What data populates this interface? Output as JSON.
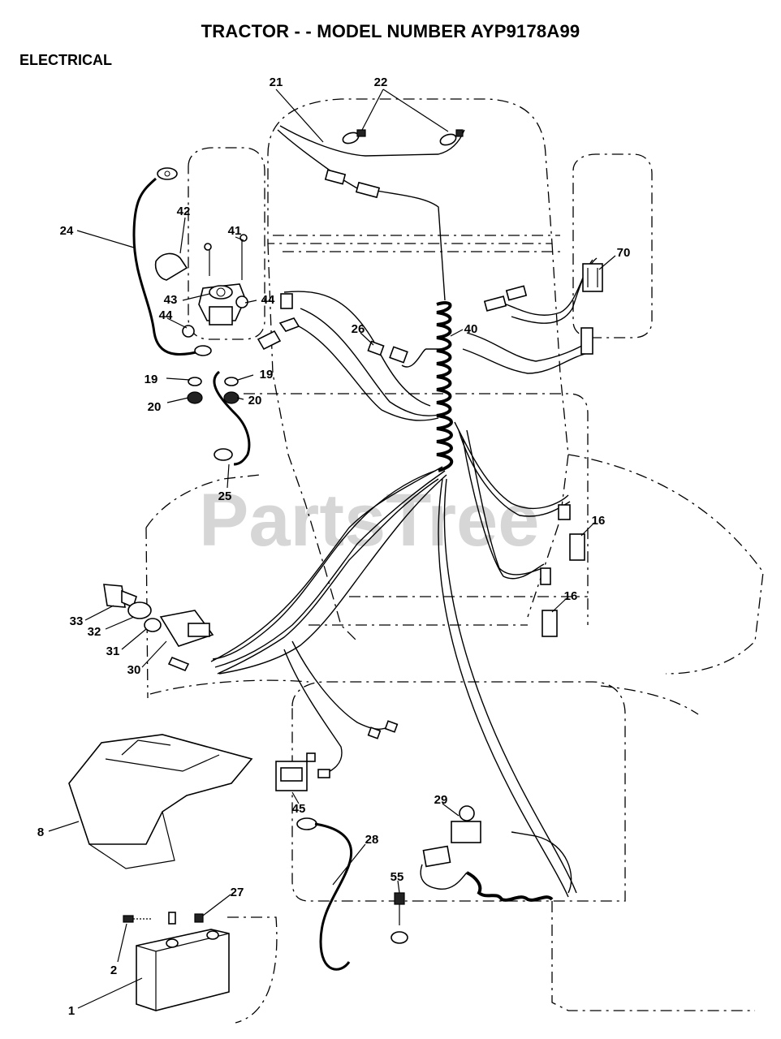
{
  "header": {
    "title": "TRACTOR - - MODEL NUMBER AYP9178A99",
    "section": "ELECTRICAL"
  },
  "watermark": "PartsTree",
  "callouts": {
    "c21": "21",
    "c22": "22",
    "c24": "24",
    "c42": "42",
    "c41": "41",
    "c43": "43",
    "c44a": "44",
    "c44b": "44",
    "c70": "70",
    "c26": "26",
    "c40": "40",
    "c19a": "19",
    "c19b": "19",
    "c20a": "20",
    "c20b": "20",
    "c25": "25",
    "c16a": "16",
    "c16b": "16",
    "c33": "33",
    "c32": "32",
    "c31": "31",
    "c30": "30",
    "c29": "29",
    "c45": "45",
    "c28": "28",
    "c8": "8",
    "c55": "55",
    "c27": "27",
    "c2": "2",
    "c1": "1"
  }
}
